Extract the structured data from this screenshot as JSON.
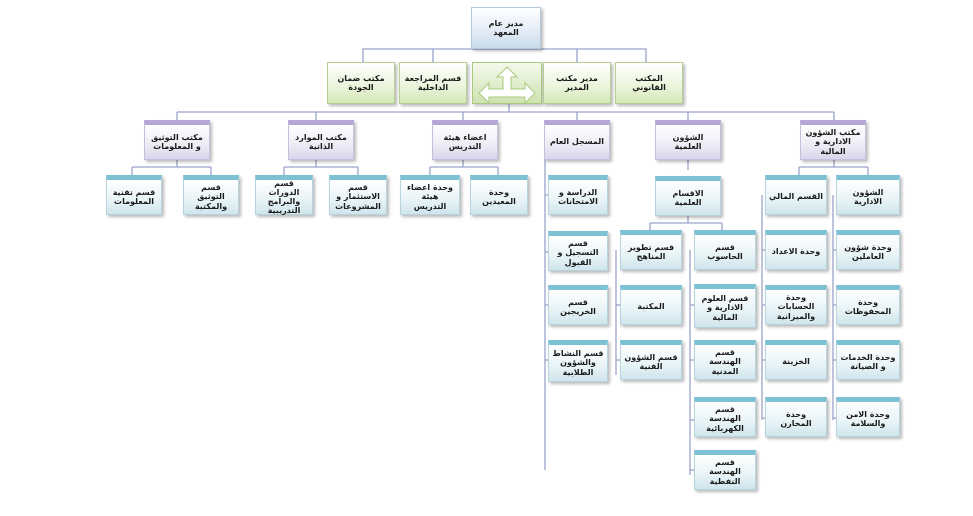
{
  "top": {
    "director": "مدير عام المعهد"
  },
  "offices": [
    "مكتب ضمان الجودة",
    "قسم المراجعة الداخلية",
    "مدير مكتب المدير",
    "المكتب القانوني"
  ],
  "departments": [
    "مكتب التوثيق و المعلومات",
    "مكتب الموارد الذاتية",
    "اعضاء هيئة التدريس",
    "المسجل العام",
    "الشؤون العلمية",
    "مكتب الشؤون الادارية و المالية"
  ],
  "documentation_units": [
    "قسم تقنية المعلومات",
    "قسم التوثيق والمكتبة"
  ],
  "resources_units": [
    "قسم الدورات والبرامج التدريبية",
    "قسم الاستثمار و المشروعات"
  ],
  "faculty_units": [
    "وحدة اعضاء هيئة التدريس",
    "وحدة المعيدين"
  ],
  "registrar_units": [
    "الدراسة و الامتحانات",
    "قسم التسجيل و القبول",
    "قسم الخريجين",
    "قسم النشاط والشؤون الطلابية"
  ],
  "academic": {
    "head": "الاقسام العلمية",
    "curriculum": "قسم تطوير المناهج",
    "curriculum_units": [
      "المكتبة",
      "قسم الشؤون الفنية"
    ],
    "computer": "قسم الحاسوب",
    "computer_units": [
      "قسم العلوم الادارية و المالية",
      "قسم الهندسة المدنية",
      "قسم الهندسة الكهربائية",
      "قسم الهندسة النفطية"
    ]
  },
  "finance": {
    "head": "القسم المالي",
    "units": [
      "وحدة الاعداد",
      "وحدة الحسابات والميزانية",
      "الخزينة",
      "وحدة المخازن"
    ]
  },
  "admin": {
    "head": "الشؤون الادارية",
    "units": [
      "وحدة شؤون العاملين",
      "وحدة المحفوظات",
      "وحدة الخدمات و الصيانة",
      "وحدة الامن والسلامة"
    ]
  }
}
